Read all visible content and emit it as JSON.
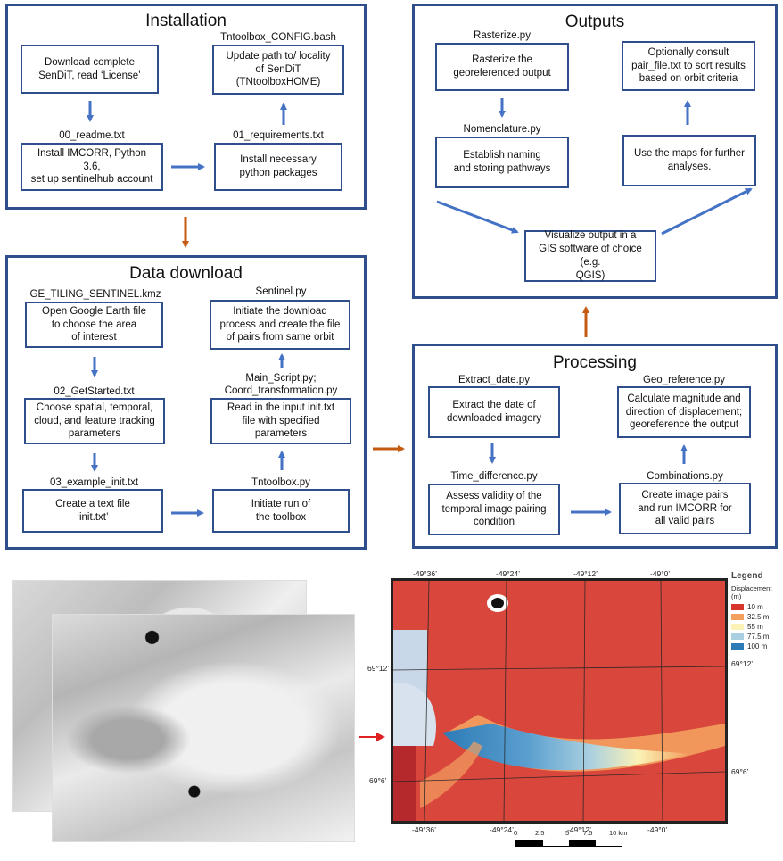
{
  "installation": {
    "title": "Installation",
    "download_box": "Download complete\nSenDiT, read ‘License’",
    "readme_file": "00_readme.txt",
    "install_box": "Install IMCORR, Python 3.6,\nset up sentinelhub account",
    "config_file": "Tntoolbox_CONFIG.bash",
    "config_box": "Update path to/ locality\nof SenDiT\n(TNtoolboxHOME)",
    "req_file": "01_requirements.txt",
    "req_box": "Install necessary\npython packages"
  },
  "data_download": {
    "title": "Data download",
    "kmz_file": "GE_TILING_SENTINEL.kmz",
    "kmz_box": "Open Google Earth file\nto choose the area\nof interest",
    "started_file": "02_GetStarted.txt",
    "started_box": "Choose spatial, temporal,\ncloud, and feature tracking\nparameters",
    "example_file": "03_example_init.txt",
    "example_box": "Create a text file\n‘init.txt’",
    "sentinel_file": "Sentinel.py",
    "sentinel_box": "Initiate the download\nprocess and create the file\nof pairs from same orbit",
    "main_file": "Main_Script.py;\nCoord_transformation.py",
    "main_box": "Read in the input init.txt\nfile with specified\nparameters",
    "toolbox_file": "Tntoolbox.py",
    "toolbox_box": "Initiate run of\nthe toolbox"
  },
  "outputs": {
    "title": "Outputs",
    "rasterize_file": "Rasterize.py",
    "rasterize_box": "Rasterize the\ngeoreferenced output",
    "nomen_file": "Nomenclature.py",
    "nomen_box": "Establish naming\nand storing pathways",
    "consult_box": "Optionally consult\npair_file.txt to sort results\nbased on orbit criteria",
    "maps_box": "Use the maps for further\nanalyses.",
    "visualize_box": "Visualize output in a\nGIS software of choice (e.g.\nQGIS)"
  },
  "processing": {
    "title": "Processing",
    "extract_file": "Extract_date.py",
    "extract_box": "Extract the date of\ndownloaded imagery",
    "timediff_file": "Time_difference.py",
    "timediff_box": "Assess validity of the\ntemporal image pairing\ncondition",
    "georef_file": "Geo_reference.py",
    "georef_box": "Calculate magnitude and\ndirection of displacement;\ngeoreference the output",
    "comb_file": "Combinations.py",
    "comb_box": "Create image pairs\nand run IMCORR for\nall valid pairs"
  },
  "map": {
    "top_lons": [
      "-49°36’",
      "-49°24’",
      "-49°12’",
      "-49°0’"
    ],
    "bottom_lons": [
      "-49°36’",
      "-49°24’",
      "-49°12’",
      "-49°0’"
    ],
    "left_lats": [
      "69°12’",
      "69°6’"
    ],
    "right_lats": [
      "69°12’",
      "69°6’"
    ],
    "scale_labels": [
      "0",
      "2.5",
      "5",
      "7.5",
      "10 km"
    ]
  },
  "legend": {
    "title": "Legend",
    "subtitle": "Displacement (m)",
    "items": [
      {
        "label": "10 m",
        "color": "#d7352b"
      },
      {
        "label": "32.5 m",
        "color": "#f3a05f"
      },
      {
        "label": "55 m",
        "color": "#fbf2b6"
      },
      {
        "label": "77.5 m",
        "color": "#a9cfe0"
      },
      {
        "label": "100 m",
        "color": "#2c7bb6"
      }
    ]
  },
  "colors": {
    "panel_border": "#2f4e8c",
    "blue_arrow": "#4472c4",
    "orange_arrow": "#c55a11",
    "red_arrow": "#e02020"
  }
}
